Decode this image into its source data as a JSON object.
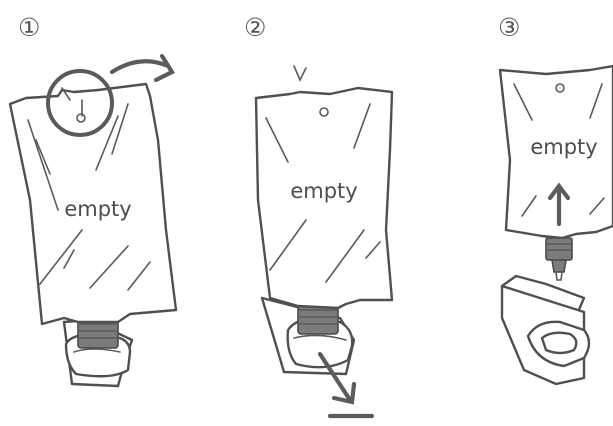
{
  "steps": [
    {
      "number": "①",
      "label": "empty"
    },
    {
      "number": "②",
      "label": "empty"
    },
    {
      "number": "③",
      "label": "empty"
    }
  ],
  "icons": [
    "hanging-hook-icon",
    "curved-arrow-icon",
    "down-arrow-icon",
    "up-arrow-icon"
  ],
  "colors": {
    "stroke": "#505050",
    "fill_dark": "#7b7b7b",
    "background": "#ffffff"
  }
}
